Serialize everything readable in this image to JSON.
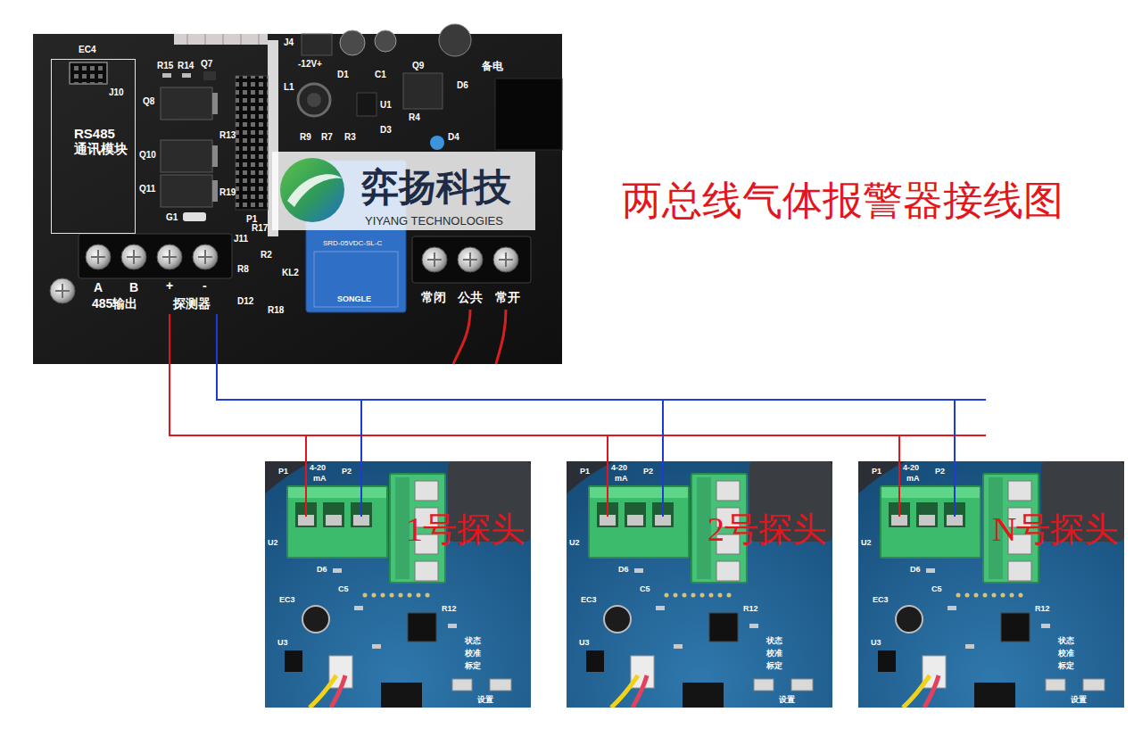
{
  "diagram": {
    "title": "两总线气体报警器接线图",
    "nodes": [
      {
        "text": [
          "485输出",
          "探测器",
          "常闭",
          "公共",
          "常开"
        ]
      },
      {
        "text": [
          "RS485 通讯模块"
        ],
        "in": 0
      },
      {
        "text": [
          "1号探头"
        ]
      },
      {
        "text": [
          "2号探头"
        ]
      },
      {
        "text": [
          "N号探头"
        ]
      }
    ],
    "edges": [
      {
        "from": 0,
        "to": 2,
        "arrow": "none"
      },
      {
        "from": 0,
        "to": 3,
        "arrow": "none"
      },
      {
        "from": 0,
        "to": 4,
        "arrow": "none"
      },
      {
        "from": 0,
        "to": 2,
        "arrow": "none"
      },
      {
        "from": 0,
        "to": 3,
        "arrow": "none"
      },
      {
        "from": 0,
        "to": 4,
        "arrow": "none"
      }
    ],
    "labels": [
      "弈扬科技",
      "YIYANG TECHNOLOGIES",
      "A",
      "B",
      "+",
      "-",
      "EC4",
      "J10",
      "R15",
      "R14",
      "Q7",
      "Q8",
      "Q10",
      "Q11",
      "R13",
      "R19",
      "G1",
      "P1",
      "J11",
      "R17",
      "R2",
      "R8",
      "KL2",
      "D12",
      "R18",
      "L1",
      "-12V+",
      "D1",
      "C1",
      "Q9",
      "U1",
      "R4",
      "R9",
      "R7",
      "R3",
      "D3",
      "D4",
      "D6",
      "备电",
      "J4",
      "SRD-05VDC-SL-C",
      "SONGLE",
      "P1",
      "4-20",
      "mA",
      "P2",
      "U2",
      "D6",
      "C5",
      "EC3",
      "U3",
      "R12",
      "状态",
      "校准",
      "标定",
      "设置",
      "P1",
      "4-20",
      "mA",
      "P2",
      "U2",
      "D6",
      "C5",
      "EC3",
      "U3",
      "R12",
      "状态",
      "校准",
      "标定",
      "设置",
      "P1",
      "4-20",
      "mA",
      "P2",
      "U2",
      "D6",
      "C5",
      "EC3",
      "U3",
      "R12",
      "状态",
      "校准",
      "标定",
      "设置"
    ]
  }
}
